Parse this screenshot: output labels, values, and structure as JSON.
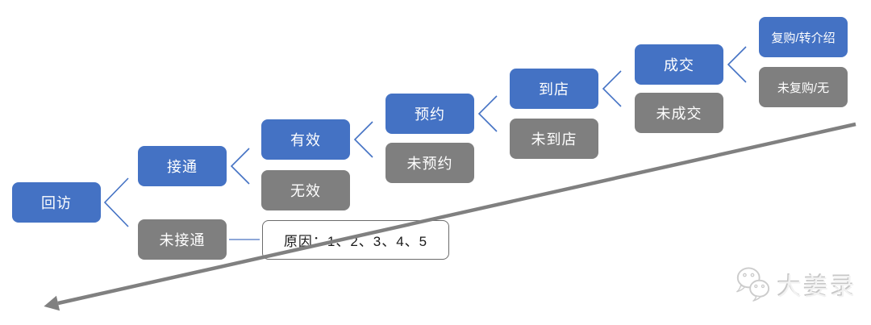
{
  "diagram_title": "customer-follow-up-funnel",
  "funnel": {
    "levels": [
      {
        "positive": "回访",
        "negative": null
      },
      {
        "positive": "接通",
        "negative": "未接通"
      },
      {
        "positive": "有效",
        "negative": "无效"
      },
      {
        "positive": "预约",
        "negative": "未预约"
      },
      {
        "positive": "到店",
        "negative": "未到店"
      },
      {
        "positive": "成交",
        "negative": "未成交"
      },
      {
        "positive": "复购/转介绍",
        "negative": "未复购/无"
      }
    ],
    "reason_note": "原因：1、2、3、4、5"
  },
  "watermark": {
    "icon": "wechat-icon",
    "text": "大姜录"
  },
  "colors": {
    "positive_box": "#4472C4",
    "negative_box": "#7F7F7F",
    "connector_blue": "#4472C4",
    "note_connector": "#8EA7D8",
    "trend_arrow": "#808080",
    "box_text": "#FFFFFF",
    "note_text": "#1A1A1A",
    "note_border": "#6B6B6B"
  }
}
